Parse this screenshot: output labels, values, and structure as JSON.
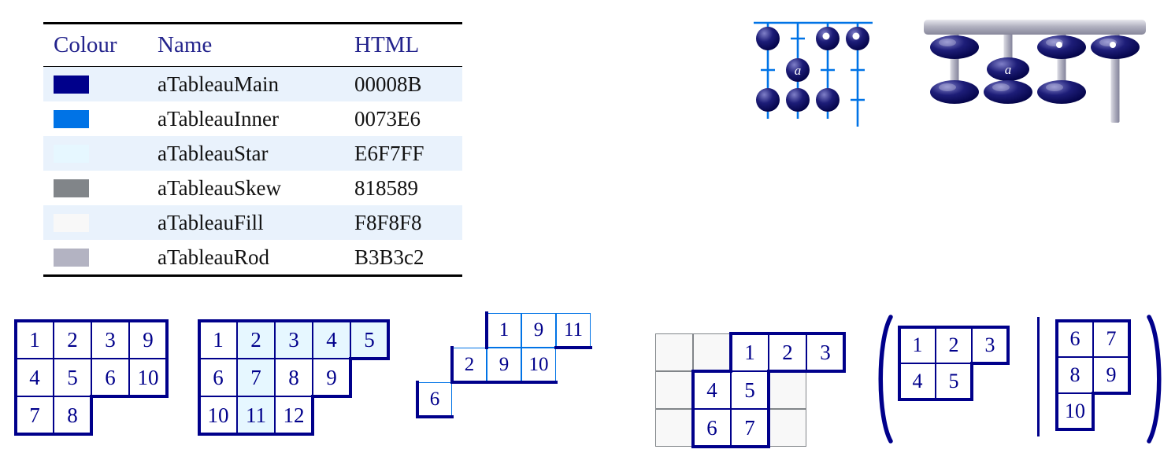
{
  "colors": {
    "main": "#00008B",
    "inner": "#0073E6",
    "star": "#E6F7FF",
    "skew": "#818589",
    "fill": "#F8F8F8",
    "rod": "#B3B3C2",
    "band": "#E9F2FC",
    "header": "#23238C"
  },
  "color_table": {
    "headers": {
      "colour": "Colour",
      "name": "Name",
      "html": "HTML"
    },
    "rows": [
      {
        "name": "aTableauMain",
        "html": "00008B",
        "swatch": "#00008B",
        "banded": true
      },
      {
        "name": "aTableauInner",
        "html": "0073E6",
        "swatch": "#0073E6",
        "banded": false
      },
      {
        "name": "aTableauStar",
        "html": "E6F7FF",
        "swatch": "#E6F7FF",
        "banded": true
      },
      {
        "name": "aTableauSkew",
        "html": "818589",
        "swatch": "#818589",
        "banded": false
      },
      {
        "name": "aTableauFill",
        "html": "F8F8F8",
        "swatch": "#F8F8F8",
        "banded": true
      },
      {
        "name": "aTableauRod",
        "html": "B3B3c2",
        "swatch": "#B3B3C2",
        "banded": false
      }
    ]
  },
  "abacus": {
    "bead_label": "a"
  },
  "pair_delimiters": {
    "open": "(",
    "separator": "|",
    "close": ")"
  },
  "tableaux": [
    {
      "line": "main",
      "outline": "full",
      "rows": [
        {
          "offset": 0,
          "cells": [
            {
              "v": "1"
            },
            {
              "v": "2"
            },
            {
              "v": "3"
            },
            {
              "v": "9"
            }
          ]
        },
        {
          "offset": 0,
          "cells": [
            {
              "v": "4"
            },
            {
              "v": "5"
            },
            {
              "v": "6"
            },
            {
              "v": "10"
            }
          ]
        },
        {
          "offset": 0,
          "cells": [
            {
              "v": "7"
            },
            {
              "v": "8"
            }
          ]
        }
      ]
    },
    {
      "line": "main",
      "outline": "full",
      "rows": [
        {
          "offset": 0,
          "cells": [
            {
              "v": "1"
            },
            {
              "v": "2",
              "star": true
            },
            {
              "v": "3",
              "star": true
            },
            {
              "v": "4",
              "star": true
            },
            {
              "v": "5",
              "star": true
            }
          ]
        },
        {
          "offset": 0,
          "cells": [
            {
              "v": "6"
            },
            {
              "v": "7",
              "star": true
            },
            {
              "v": "8"
            },
            {
              "v": "9"
            }
          ]
        },
        {
          "offset": 0,
          "cells": [
            {
              "v": "10"
            },
            {
              "v": "11",
              "star": true
            },
            {
              "v": "12"
            }
          ]
        }
      ]
    },
    {
      "line": "inner",
      "outline": "bottom-left",
      "rows": [
        {
          "offset": 2,
          "cells": [
            {
              "v": "1"
            },
            {
              "v": "9"
            },
            {
              "v": "11"
            }
          ]
        },
        {
          "offset": 1,
          "cells": [
            {
              "v": "2"
            },
            {
              "v": "9"
            },
            {
              "v": "10"
            }
          ]
        },
        {
          "offset": 0,
          "cells": [
            {
              "v": "6"
            }
          ]
        }
      ]
    },
    {
      "line": "main",
      "outline": "full",
      "grid": {
        "cols": 4,
        "rows": 3
      },
      "rows": [
        {
          "offset": 2,
          "cells": [
            {
              "v": "1"
            },
            {
              "v": "2"
            },
            {
              "v": "3"
            }
          ]
        },
        {
          "offset": 1,
          "cells": [
            {
              "v": "4"
            },
            {
              "v": "5"
            }
          ]
        },
        {
          "offset": 1,
          "cells": [
            {
              "v": "6"
            },
            {
              "v": "7"
            }
          ]
        }
      ]
    },
    {
      "line": "main",
      "outline": "full",
      "rows": [
        {
          "offset": 0,
          "cells": [
            {
              "v": "1"
            },
            {
              "v": "2"
            },
            {
              "v": "3"
            }
          ]
        },
        {
          "offset": 0,
          "cells": [
            {
              "v": "4"
            },
            {
              "v": "5"
            }
          ]
        }
      ]
    },
    {
      "line": "main",
      "outline": "full",
      "rows": [
        {
          "offset": 0,
          "cells": [
            {
              "v": "6"
            },
            {
              "v": "7"
            }
          ]
        },
        {
          "offset": 0,
          "cells": [
            {
              "v": "8"
            },
            {
              "v": "9"
            }
          ]
        },
        {
          "offset": 0,
          "cells": [
            {
              "v": "10"
            }
          ]
        }
      ]
    }
  ]
}
